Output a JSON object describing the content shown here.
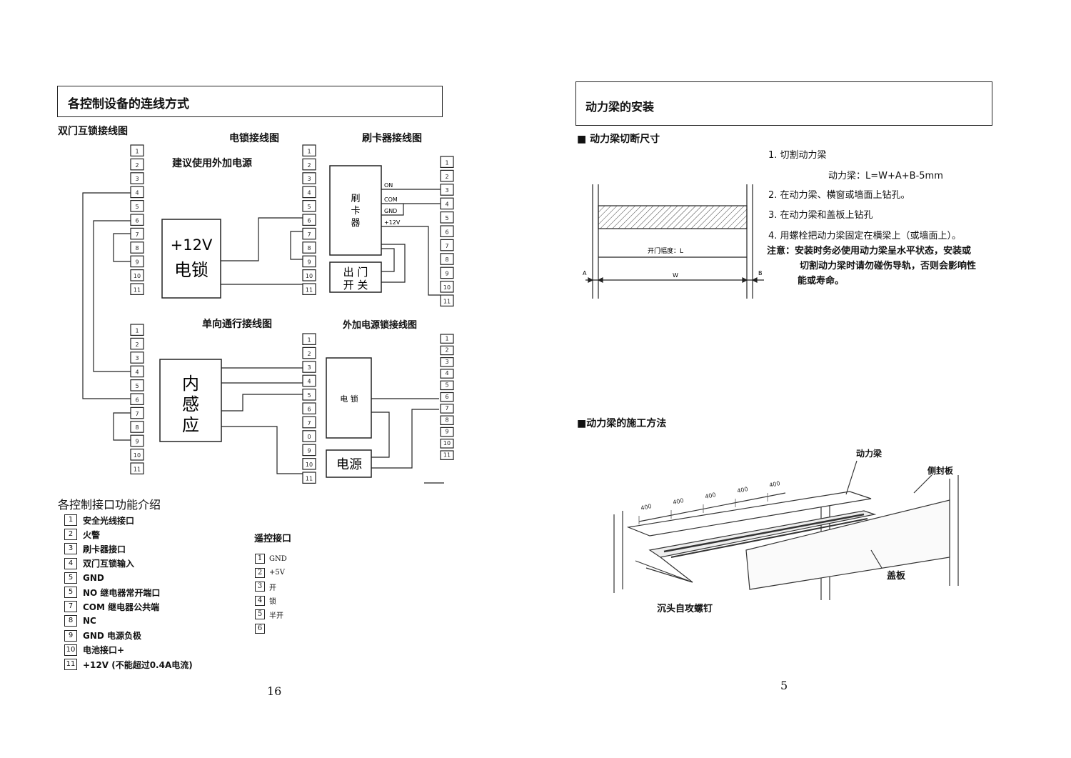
{
  "left": {
    "header_title": "各控制设备的连线方式",
    "double_door_title": "双门互锁接线图",
    "elock_title": "电锁接线图",
    "elock_note": "建议使用外加电源",
    "elock_box_line1": "+12V",
    "elock_box_line2": "电锁",
    "card_title": "刷卡器接线图",
    "card_box": "刷卡器",
    "card_pins": [
      "ON",
      "COM",
      "GND",
      "+12V"
    ],
    "exit_box_line1": "出 门",
    "exit_box_line2": "开 关",
    "oneway_title": "单向通行接线图",
    "oneway_box": "内感应",
    "ext_title": "外加电源锁接线图",
    "ext_lock_box": "电 锁",
    "ext_power_box": "电源",
    "terminals_11": [
      "1",
      "2",
      "3",
      "4",
      "5",
      "6",
      "7",
      "8",
      "9",
      "10",
      "11"
    ],
    "terminals_oneway": [
      "1",
      "2",
      "3",
      "4",
      "5",
      "6",
      "7",
      "0",
      "9",
      "10",
      "11"
    ],
    "interface_title": "各控制接口功能介绍",
    "interfaces": [
      {
        "num": "1",
        "label": "安全光线接口"
      },
      {
        "num": "2",
        "label": "火警"
      },
      {
        "num": "3",
        "label": "刷卡器接口"
      },
      {
        "num": "4",
        "label": "双门互锁输入"
      },
      {
        "num": "5",
        "label": "GND"
      },
      {
        "num": "5",
        "label": "NO  继电器常开端口"
      },
      {
        "num": "7",
        "label": "COM 继电器公共端"
      },
      {
        "num": "8",
        "label": "NC"
      },
      {
        "num": "9",
        "label": "GND 电源负极"
      },
      {
        "num": "10",
        "label": "电池接口+"
      },
      {
        "num": "11",
        "label": "+12V (不能超过0.4A电流)"
      }
    ],
    "remote_title": "遥控接口",
    "remote": [
      {
        "num": "1",
        "label": "GND"
      },
      {
        "num": "2",
        "label": "+5V"
      },
      {
        "num": "3",
        "label": "开"
      },
      {
        "num": "4",
        "label": "锁"
      },
      {
        "num": "5",
        "label": "半开"
      },
      {
        "num": "6",
        "label": ""
      }
    ],
    "page_number": "16"
  },
  "right": {
    "header_title": "动力梁的安装",
    "cut_title": "■ 动力梁切断尺寸",
    "steps": [
      "1. 切割动力梁",
      "动力梁：L=W+A+B-5mm",
      "2. 在动力梁、横窗或墙面上钻孔。",
      "3. 在动力梁和盖板上钻孔",
      "4. 用螺栓把动力梁固定在横梁上（或墙面上）。",
      "注意：安装时务必使用动力梁呈水平状态，安装或",
      "切割动力梁时请勿碰伤导轨，否则会影响性",
      "能或寿命。"
    ],
    "dim_label": "开门幅度：L",
    "dim_a": "A",
    "dim_w": "W",
    "dim_b": "B",
    "method_title": "■动力梁的施工方法",
    "label_beam": "动力梁",
    "label_side": "侧封板",
    "label_cover": "盖板",
    "label_screw": "沉头自攻螺钉",
    "dims_400": [
      "400",
      "400",
      "400",
      "400",
      "400"
    ],
    "page_number": "5"
  }
}
